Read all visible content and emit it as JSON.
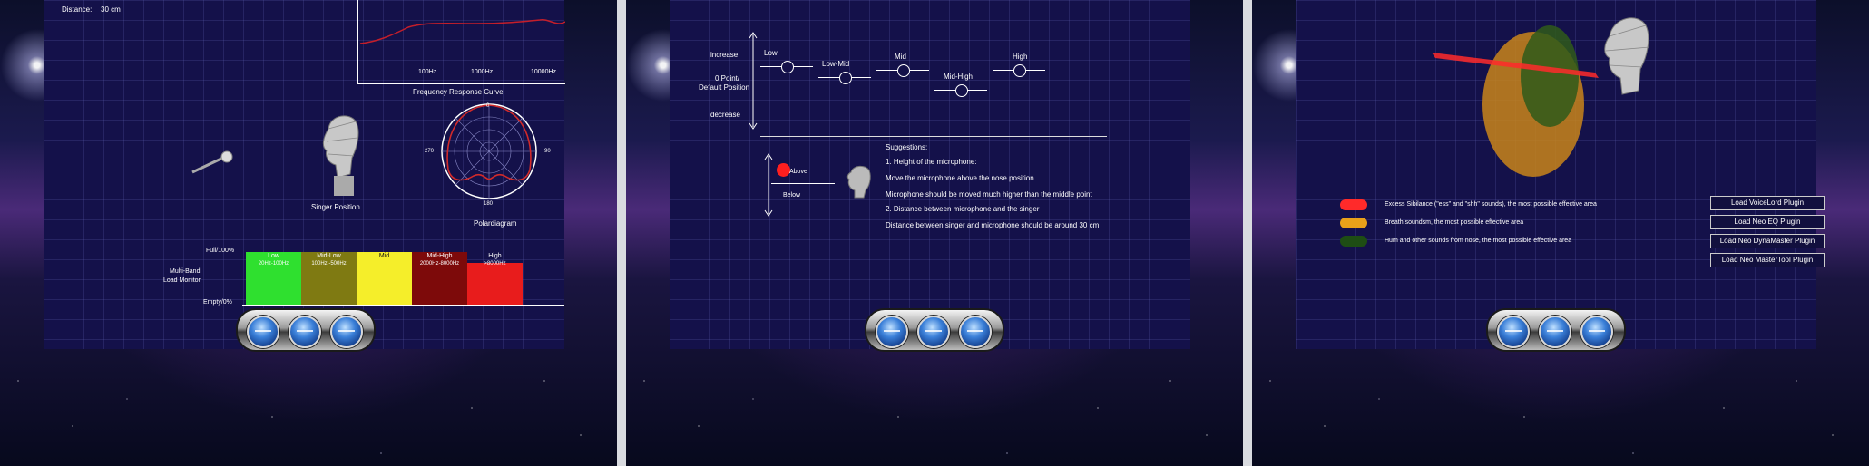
{
  "screen1": {
    "distance_label": "Distance:",
    "distance_value": "30 cm",
    "freq_ticks": [
      "100Hz",
      "1000Hz",
      "10000Hz"
    ],
    "freq_title": "Frequency Response Curve",
    "singer_label": "Singer Position",
    "polar_labels": {
      "top": "0",
      "left": "270",
      "right": "90",
      "bottom": "180"
    },
    "polar_title": "Polardiagram",
    "monitor": {
      "full_label": "Full/100%",
      "title_line1": "Multi-Band",
      "title_line2": "Load Monitor",
      "empty_label": "Empty/0%",
      "bands": [
        {
          "name": "Low",
          "range": "20Hz-100Hz",
          "color": "#2fe02f"
        },
        {
          "name": "Mid-Low",
          "range": "100Hz -500Hz",
          "color": "#7f7a12"
        },
        {
          "name": "Mid",
          "range": "",
          "color": "#f5ee2a"
        },
        {
          "name": "Mid-High",
          "range": "2000Hz-8000Hz",
          "color": "#7d0a0a"
        },
        {
          "name": "High",
          "range": ">8000Hz",
          "color": "#e81c1c"
        }
      ]
    }
  },
  "screen2": {
    "increase": "increase",
    "default_line1": "0 Point/",
    "default_line2": "Default Position",
    "decrease": "decrease",
    "sliders": [
      {
        "label": "Low"
      },
      {
        "label": "Low-Mid"
      },
      {
        "label": "Mid"
      },
      {
        "label": "Mid-High"
      },
      {
        "label": "High"
      }
    ],
    "above": "Above",
    "below": "Below",
    "suggestions_title": "Suggestions:",
    "suggestions": [
      "1. Height of the microphone:",
      "Move the microphone  above the nose   position",
      "Microphone should be moved much higher than the middle point",
      "2. Distance between microphone and the singer",
      "Distance between singer and microphone should be around 30 cm"
    ]
  },
  "screen3": {
    "legend": [
      {
        "text": "Excess Sibilance (\"ess\" and \"shh\" sounds), the most possible effective area",
        "color": "#ff2a2a"
      },
      {
        "text": "Breath soundsm, the most possible effective area",
        "color": "#e8a11a"
      },
      {
        "text": "Hum and other sounds from nose, the most possible effective area",
        "color": "#1e4d14"
      }
    ],
    "plugins": [
      "Load VoiceLord Plugin",
      "Load Neo EQ Plugin",
      "Load Neo DynaMaster Plugin",
      "Load Neo MasterTool Plugin"
    ]
  },
  "colors": {
    "panel": "#14114a",
    "accent": "#ff2a2a"
  }
}
